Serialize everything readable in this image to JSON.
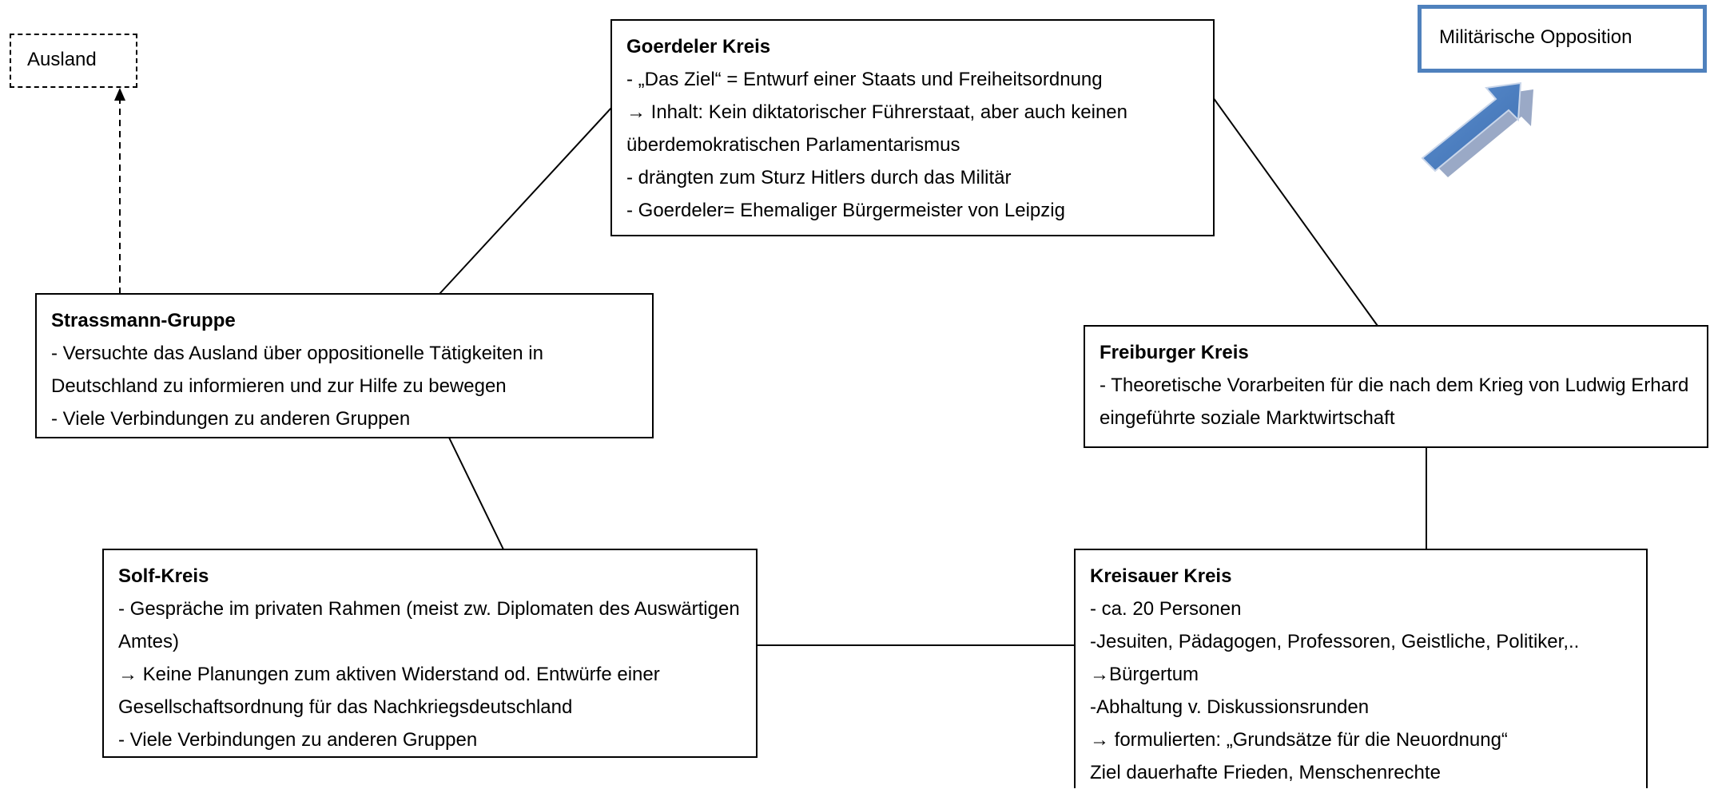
{
  "ausland": {
    "label": "Ausland"
  },
  "militaer": {
    "label": "Militärische Opposition",
    "color": "#4f81bd"
  },
  "goerdeler": {
    "title": "Goerdeler Kreis",
    "lines": [
      "- „Das Ziel“ = Entwurf einer Staats und Freiheitsordnung",
      "→ Inhalt: Kein diktatorischer Führerstaat, aber auch keinen überdemokratischen Parlamentarismus",
      "- drängten zum Sturz Hitlers durch das Militär",
      "- Goerdeler= Ehemaliger Bürgermeister von Leipzig"
    ]
  },
  "strassmann": {
    "title": "Strassmann-Gruppe",
    "lines": [
      "- Versuchte das Ausland über oppositionelle Tätigkeiten in Deutschland zu informieren und zur Hilfe zu bewegen",
      "- Viele Verbindungen zu anderen Gruppen"
    ]
  },
  "freiburger": {
    "title": "Freiburger Kreis",
    "lines": [
      "- Theoretische Vorarbeiten für die nach dem Krieg von Ludwig Erhard eingeführte soziale Marktwirtschaft"
    ]
  },
  "solf": {
    "title": "Solf-Kreis",
    "lines": [
      "- Gespräche im privaten Rahmen (meist zw. Diplomaten des Auswärtigen Amtes)",
      "→ Keine Planungen zum aktiven Widerstand od. Entwürfe einer Gesellschaftsordnung für das Nachkriegsdeutschland",
      "- Viele Verbindungen zu anderen Gruppen"
    ]
  },
  "kreisauer": {
    "title": "Kreisauer Kreis",
    "lines": [
      "- ca. 20 Personen",
      "-Jesuiten, Pädagogen, Professoren, Geistliche, Politiker,..",
      "→Bürgertum",
      "-Abhaltung v. Diskussionsrunden",
      "→ formulierten: „Grundsätze für die Neuordnung“",
      "Ziel dauerhafte Frieden, Menschenrechte"
    ]
  }
}
